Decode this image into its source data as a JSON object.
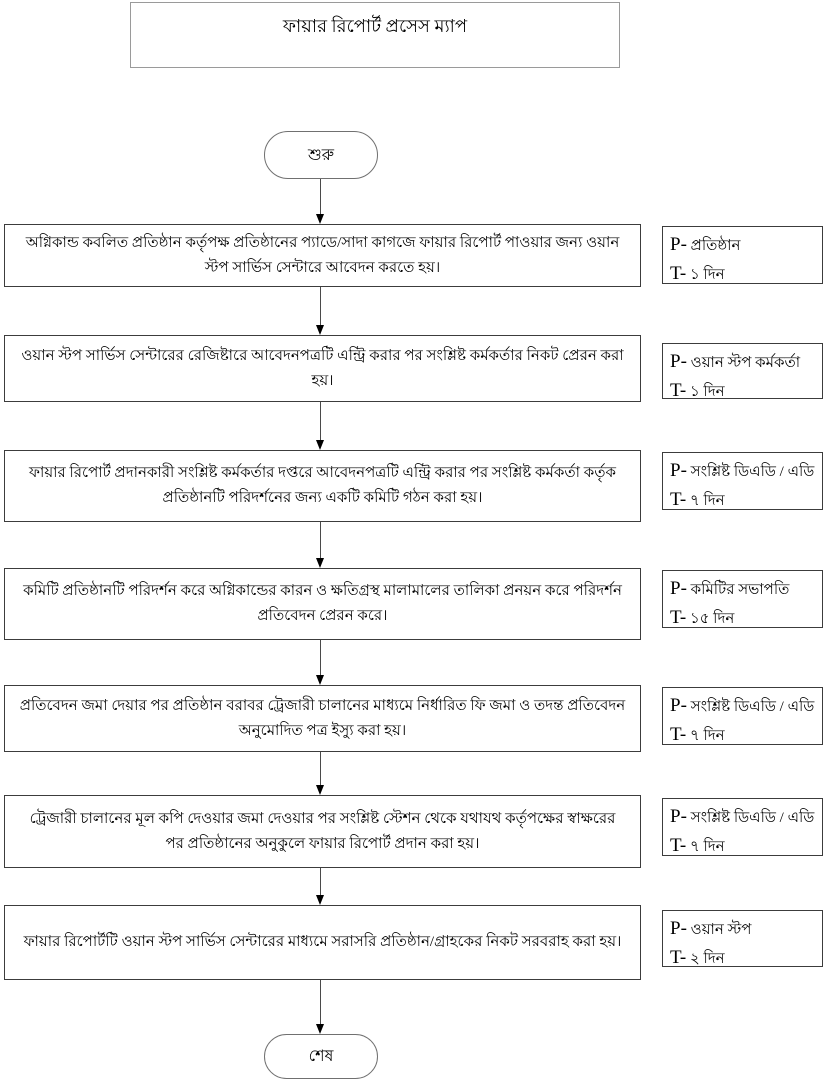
{
  "title": "ফায়ার রিপোর্ট  প্রসেস ম্যাপ",
  "start_label": "শুরু",
  "end_label": "শেষ",
  "labels": {
    "p_prefix": "P-",
    "t_prefix": "T-"
  },
  "steps": [
    {
      "text": "অগ্নিকান্ড কবলিত প্রতিষ্ঠান কর্তৃপক্ষ প্রতিষ্ঠানের প্যাডে/সাদা কাগজে ফায়ার রিপোর্ট পাওয়ার জন্য ওয়ান স্টপ সার্ভিস সেন্টারে আবেদন করতে হয়।",
      "p": "প্রতিষ্ঠান",
      "t": "১ দিন"
    },
    {
      "text": "ওয়ান স্টপ সার্ভিস সেন্টারের রেজিষ্টারে আবেদনপত্রটি এন্ট্রি করার পর সংশ্লিষ্ট কর্মকর্তার নিকট প্রেরন করা হয়।",
      "p": "ওয়ান স্টপ কর্মকর্তা",
      "t": "১ দিন"
    },
    {
      "text": "ফায়ার রিপোর্ট প্রদানকারী সংশ্লিষ্ট কর্মকর্তার দপ্তরে আবেদনপত্রটি এন্ট্রি করার পর সংশ্লিষ্ট কর্মকর্তা কর্তৃক প্রতিষ্ঠানটি পরিদর্শনের জন্য একটি কমিটি গঠন করা হয়।",
      "p": "সংশ্লিষ্ট ডিএডি / এডি",
      "t": "৭ দিন"
    },
    {
      "text": "কমিটি প্রতিষ্ঠানটি পরিদর্শন করে অগ্নিকান্ডের কারন ও ক্ষতিগ্রস্থ মালামালের তালিকা প্রনয়ন করে পরিদর্শন প্রতিবেদন প্রেরন করে।",
      "p": "কমিটির সভাপতি",
      "t": "১৫ দিন"
    },
    {
      "text": "প্রতিবেদন জমা দেয়ার পর প্রতিষ্ঠান বরাবর ট্রেজারী চালানের মাধ্যমে নির্ধারিত ফি জমা ও তদন্ত প্রতিবেদন অনুমোদিত পত্র ইস্যু করা হয়।",
      "p": "সংশ্লিষ্ট ডিএডি / এডি",
      "t": "৭ দিন"
    },
    {
      "text": "ট্রেজারী চালানের মূল কপি দেওয়ার জমা দেওয়ার পর সংশ্লিষ্ট স্টেশন থেকে যথাযথ কর্তৃপক্ষের স্বাক্ষরের পর প্রতিষ্ঠানের অনুকুলে ফায়ার রিপোর্ট প্রদান করা হয়।",
      "p": "সংশ্লিষ্ট ডিএডি / এডি",
      "t": "৭ দিন"
    },
    {
      "text": "ফায়ার রিপোর্টটি ওয়ান স্টপ সার্ভিস সেন্টারের মাধ্যমে সরাসরি প্রতিষ্ঠান/গ্রাহকের নিকট সরবরাহ করা হয়।",
      "p": "ওয়ান স্টপ",
      "t": "২ দিন"
    }
  ],
  "colors": {
    "background": "#ffffff",
    "box_border": "#3c3c3c",
    "title_border": "#9a9a9a",
    "arrow": "#000000",
    "text": "#000000"
  }
}
